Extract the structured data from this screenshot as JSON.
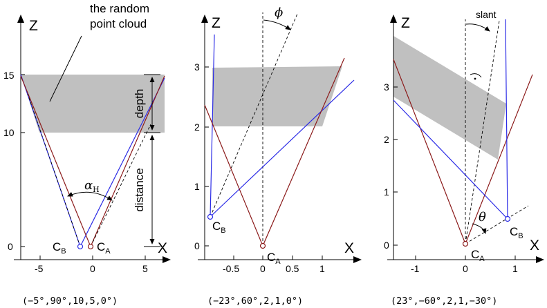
{
  "panels": [
    {
      "z_label": "Z",
      "x_label": "X",
      "z_ticks": [
        "15",
        "10",
        "0"
      ],
      "x_ticks": [
        "-5",
        "0",
        "5"
      ],
      "cam_b": "C",
      "cam_b_sub": "B",
      "cam_a": "C",
      "cam_a_sub": "A",
      "cloud_label_line1": "the random",
      "cloud_label_line2": "point cloud",
      "depth_label": "depth",
      "distance_label": "distance",
      "angle_label": "α",
      "angle_sub": "H",
      "caption": "(−5°,90°,10,5,0°)"
    },
    {
      "z_label": "Z",
      "x_label": "X",
      "z_ticks": [
        "3",
        "2",
        "1",
        "0"
      ],
      "x_ticks": [
        "-0.5",
        "0",
        "0.5",
        "1"
      ],
      "cam_b": "C",
      "cam_b_sub": "B",
      "cam_a": "C",
      "cam_a_sub": "A",
      "angle_label": "ϕ",
      "caption": "(−23°,60°,2,1,0°)"
    },
    {
      "z_label": "Z",
      "x_label": "X",
      "z_ticks": [
        "3",
        "2",
        "1",
        "0"
      ],
      "x_ticks": [
        "-1",
        "0",
        "1"
      ],
      "cam_b": "C",
      "cam_b_sub": "B",
      "cam_a": "C",
      "cam_a_sub": "A",
      "slant_label": "slant",
      "angle_label": "θ",
      "caption": "(23°,−60°,2,1,−30°)"
    }
  ]
}
